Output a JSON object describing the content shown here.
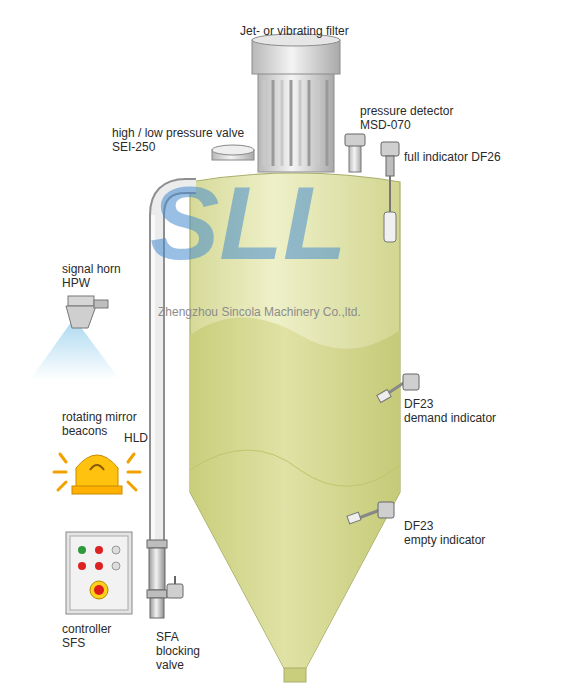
{
  "diagram": {
    "labels": [
      "Jet- or vibrating filter",
      "pressure detector",
      "MSD-070",
      "high / low pressure valve",
      "SEI-250",
      "full indicator DF26",
      "signal horn",
      "HPW",
      "rotating mirror",
      "beacons",
      "HLD",
      "DF23",
      "demand indicator",
      "DF23",
      "empty indicator",
      "controller",
      "SFS",
      "SFA",
      "blocking",
      "valve",
      "SLL",
      "Zhengzhou Sincola Machinery Co.,ltd."
    ]
  }
}
